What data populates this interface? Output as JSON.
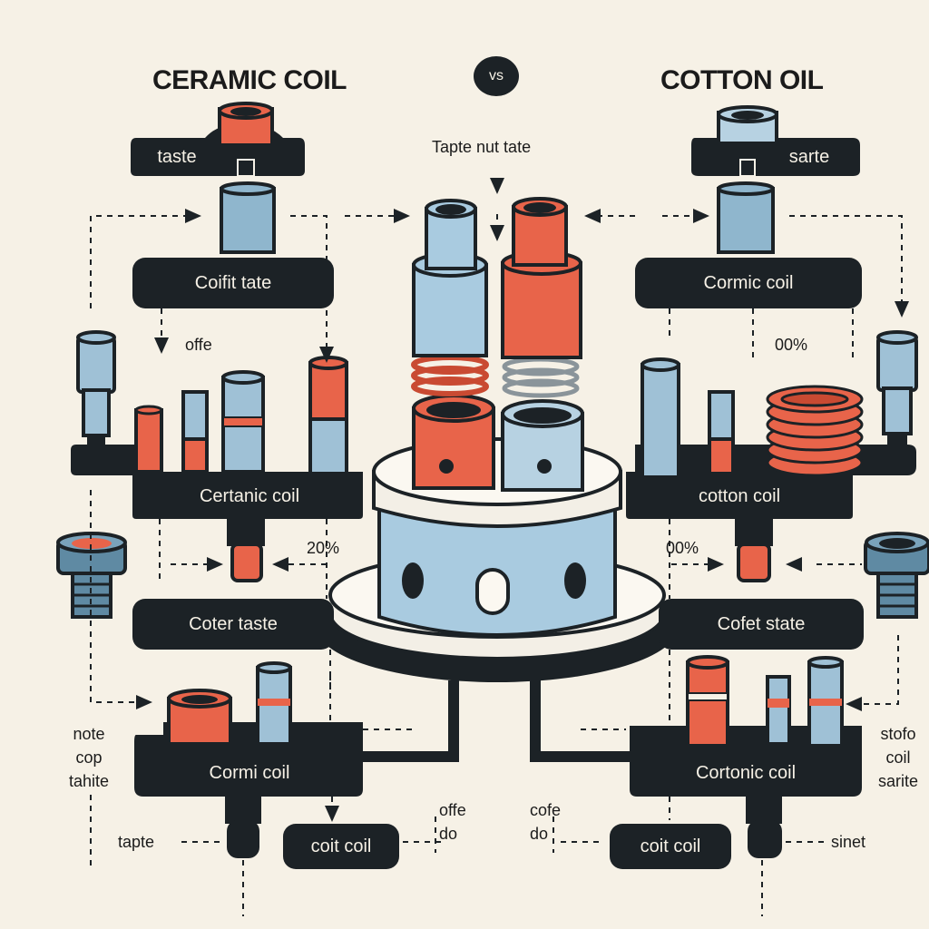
{
  "header": {
    "left_title": "CERAMIC COIL",
    "vs": "vs",
    "right_title": "COTTON OIL",
    "center_caption": "Tapte nut tate"
  },
  "left": {
    "top_pill": "taste",
    "pill_1": "Coifit tate",
    "note_1": "offe",
    "pill_2": "Certanic coil",
    "pill_3": "Coter taste",
    "pill_3_percent": "20%",
    "pill_4": "Cormi coil",
    "bottom_pill": "coit coil",
    "side_note": [
      "note",
      "cop",
      "tahite"
    ],
    "bottom_note": "tapte",
    "bottom_center_note": [
      "offe",
      "do"
    ]
  },
  "right": {
    "top_pill": "sarte",
    "pill_1": "Cormic coil",
    "note_1": "00%",
    "pill_2": "cotton coil",
    "pill_3": "Cofet state",
    "pill_3_percent": "00%",
    "pill_4": "Cortonic coil",
    "bottom_pill": "coit coil",
    "side_note": [
      "stofo",
      "coil",
      "sarite"
    ],
    "bottom_note": "sinet",
    "bottom_center_note": [
      "cofe",
      "do"
    ]
  },
  "colors": {
    "background": "#f6f1e6",
    "dark": "#1c2226",
    "coral": "#e8644a",
    "steel_blue": "#9fc1d6",
    "platform": "#f3efe6"
  }
}
